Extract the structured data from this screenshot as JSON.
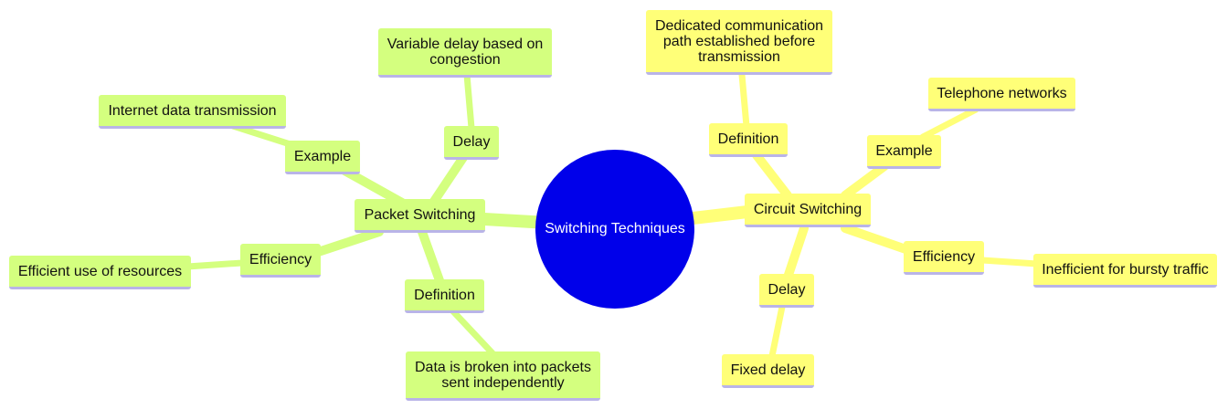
{
  "root": {
    "label": "Switching Techniques"
  },
  "packet": {
    "label": "Packet Switching",
    "example": {
      "label": "Example",
      "detail": "Internet data transmission"
    },
    "delay": {
      "label": "Delay",
      "detail": "Variable delay based on congestion"
    },
    "efficiency": {
      "label": "Efficiency",
      "detail": "Efficient use of resources"
    },
    "definition": {
      "label": "Definition",
      "detail": "Data is broken into packets sent independently"
    }
  },
  "circuit": {
    "label": "Circuit Switching",
    "definition": {
      "label": "Definition",
      "detail": "Dedicated communication path established before transmission"
    },
    "example": {
      "label": "Example",
      "detail": "Telephone networks"
    },
    "efficiency": {
      "label": "Efficiency",
      "detail": "Inefficient for bursty traffic"
    },
    "delay": {
      "label": "Delay",
      "detail": "Fixed delay"
    }
  },
  "colors": {
    "root": "#0000ea",
    "packet_branch": "#d4ff7f",
    "circuit_branch": "#ffff78",
    "node_underline": "#b9b4e8"
  }
}
